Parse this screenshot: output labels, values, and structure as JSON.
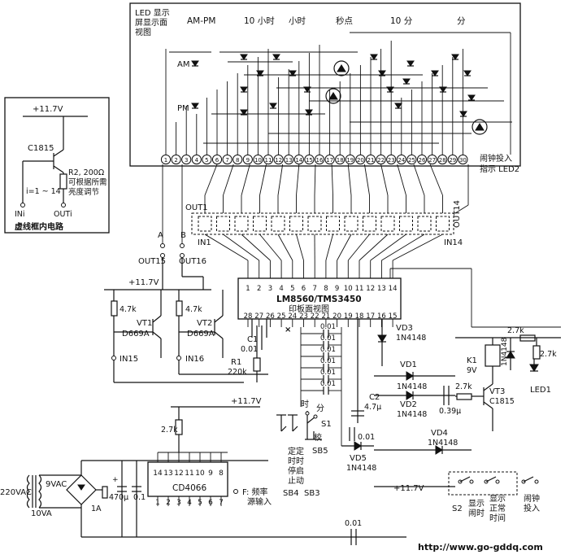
{
  "led_panel": {
    "title_lines": [
      "LED 显示",
      "屏显示面",
      "视图"
    ],
    "groups": [
      "AM-PM",
      "10 小时",
      "小时",
      "秒点",
      "10 分",
      "分"
    ],
    "am_label": "AM",
    "pm_label": "PM",
    "pins": [
      "1",
      "2",
      "3",
      "4",
      "5",
      "6",
      "7",
      "8",
      "9",
      "10",
      "11",
      "12",
      "13",
      "14",
      "15",
      "16",
      "17",
      "18",
      "19",
      "20",
      "21",
      "22",
      "23",
      "24",
      "25",
      "26",
      "27",
      "28",
      "29",
      "30"
    ],
    "alarm_led_label": [
      "闹钟投入",
      "指示 LED2"
    ]
  },
  "inset_circuit": {
    "vcc": "+11.7V",
    "transistor": "C1815",
    "resistor": "R2, 200Ω",
    "note_lines": [
      "可根据所需",
      "亮度调节"
    ],
    "range": "i=1 ~ 14",
    "in_label": "INi",
    "out_label": "OUTi",
    "caption": "虚线框内电路"
  },
  "driver_array": {
    "out1": "OUT1",
    "out14": "OUT14",
    "in1": "IN1",
    "in14": "IN14",
    "a_label": "A",
    "b_label": "B",
    "out15": "OUT15",
    "out16": "OUT16"
  },
  "left_drivers": {
    "vcc": "+11.7V",
    "r_left": "4.7k",
    "r_right": "4.7k",
    "vt1": "VT1",
    "vt1_part": "D669A",
    "vt2": "VT2",
    "vt2_part": "D669A",
    "in15": "IN15",
    "in16": "IN16"
  },
  "ic_main": {
    "name": "LM8560/TMS3450",
    "subtitle": "印板面视图",
    "top_pins": [
      "1",
      "2",
      "3",
      "4",
      "5",
      "6",
      "7",
      "8",
      "9",
      "10",
      "11",
      "12",
      "13",
      "14"
    ],
    "bottom_pins": [
      "28",
      "27",
      "26",
      "25",
      "24",
      "23",
      "22",
      "21",
      "20",
      "19",
      "18",
      "17",
      "16",
      "15"
    ]
  },
  "components": {
    "c1": "C1",
    "c1_val": "0.01",
    "r1": "R1",
    "r1_val": "220k",
    "caps_001": [
      "0.01",
      "0.01",
      "0.01",
      "0.01",
      "0.01",
      "0.01",
      "0.01"
    ],
    "vd3": "VD3",
    "vd3_part": "1N4148",
    "vd1": "VD1",
    "vd1_part": "1N4148",
    "vd2": "VD2",
    "vd2_part": "1N4148",
    "c2": "C2",
    "c2_val": "4.7μ",
    "cap_039": "0.39μ",
    "r_27k_a": "2.7k",
    "r_27k_b": "2.7k",
    "k1": "K1",
    "k1_v": "9V",
    "vt3": "VT3",
    "vt3_part": "C1815",
    "relay_diode": "1N4148",
    "led1": "LED1",
    "vd4": "VD4",
    "vd4_part": "1N4148",
    "vd5": "VD5",
    "vd5_part": "1N4148",
    "c_bottom": "0.01"
  },
  "switches": {
    "s1": "S1",
    "hour": "时",
    "minute": "分",
    "cal": "校",
    "sb5": "SB5",
    "timer_lines": [
      "定定",
      "时时",
      "停启",
      "止动"
    ],
    "sb4": "SB4",
    "sb3": "SB3",
    "s2": "S2",
    "show_alarm": [
      "显示",
      "闹时"
    ],
    "show_normal": [
      "显示",
      "正常",
      "时间"
    ],
    "alarm_on": [
      "闹钟",
      "投入"
    ]
  },
  "power": {
    "vcc_label": "+11.7V",
    "vcc_label2": "+11.7V",
    "ac_in": "220VAC",
    "ac_out": "9VAC",
    "va": "10VA",
    "fuse": "1A",
    "cap_470": "470μ",
    "cap_01": "0.1",
    "r_27k": "2.7k",
    "cd4066": "CD4066",
    "cd_top_pins": [
      "14",
      "13",
      "12",
      "11",
      "10",
      "9",
      "8"
    ],
    "cd_bottom_pins": [
      "1",
      "2",
      "3",
      "4",
      "5",
      "6",
      "7"
    ],
    "freq_lines": [
      "F: 频率",
      "源输入"
    ]
  },
  "footer": {
    "url": "http://www.go-gddq.com"
  }
}
